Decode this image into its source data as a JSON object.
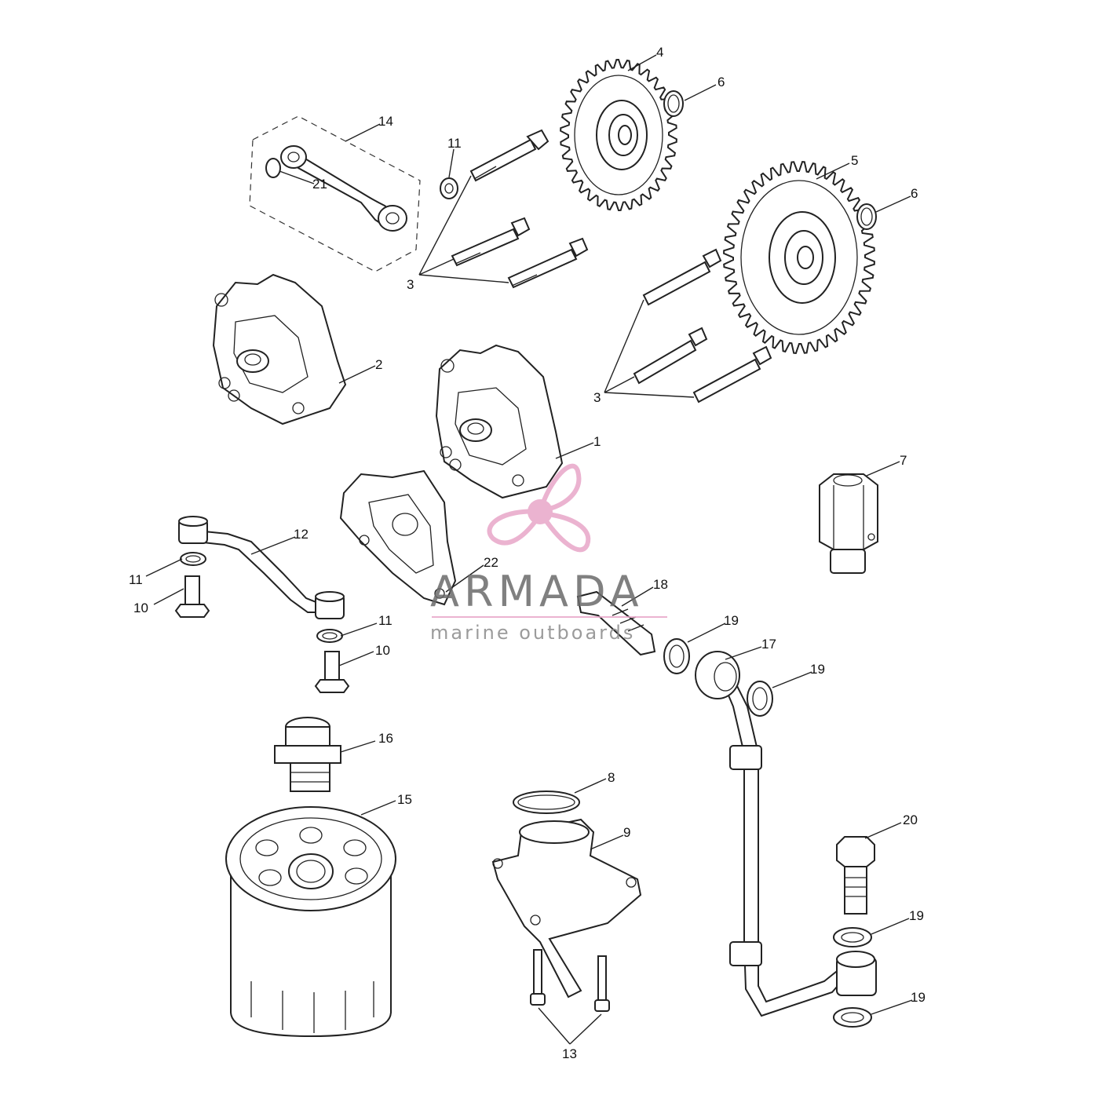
{
  "watermark": {
    "brand": "ARMADA",
    "tagline": "marine outboards",
    "brand_color": "#e8a6c8"
  },
  "callouts": {
    "n1": "1",
    "n2": "2",
    "n3a": "3",
    "n3b": "3",
    "n4": "4",
    "n5": "5",
    "n6a": "6",
    "n6b": "6",
    "n7": "7",
    "n8": "8",
    "n9": "9",
    "n10a": "10",
    "n10b": "10",
    "n11a": "11",
    "n11b": "11",
    "n11c": "11",
    "n12": "12",
    "n13": "13",
    "n14": "14",
    "n15": "15",
    "n16": "16",
    "n17": "17",
    "n18": "18",
    "n19a": "19",
    "n19b": "19",
    "n19c": "19",
    "n19d": "19",
    "n20": "20",
    "n21": "21",
    "n22": "22"
  }
}
